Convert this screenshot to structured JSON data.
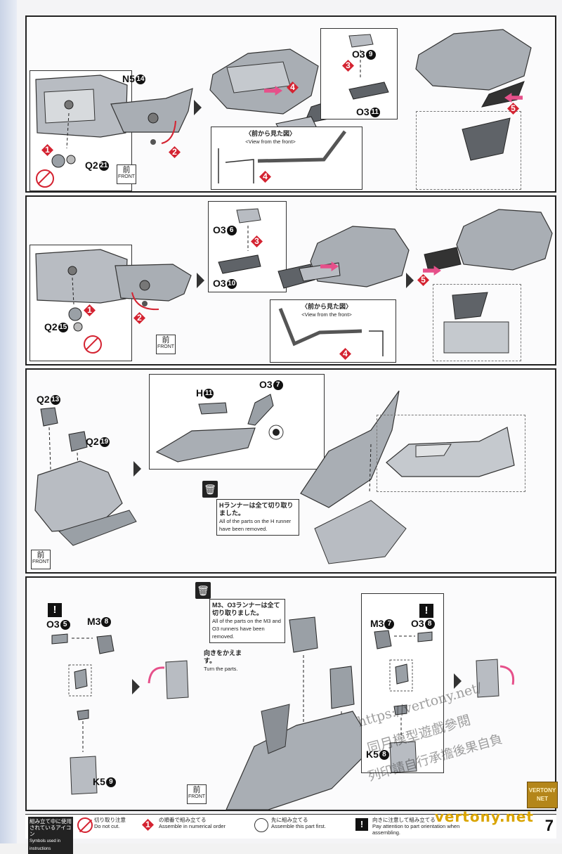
{
  "page_number": "7",
  "p1": {
    "n5": "N5",
    "n5_num": "14",
    "q2": "Q2",
    "q2_num": "21",
    "o3a": "O3",
    "o3a_num": "9",
    "o3b": "O3",
    "o3b_num": "11",
    "view_jp": "〈前から見た図〉",
    "view_en": "<View from the front>",
    "front_jp": "前",
    "front_en": "FRONT"
  },
  "p2": {
    "q2": "Q2",
    "q2_num": "15",
    "o3a": "O3",
    "o3a_num": "6",
    "o3b": "O3",
    "o3b_num": "10",
    "view_jp": "〈前から見た図〉",
    "view_en": "<View from the front>",
    "front_jp": "前",
    "front_en": "FRONT"
  },
  "p3": {
    "q2a": "Q2",
    "q2a_num": "13",
    "q2b": "Q2",
    "q2b_num": "19",
    "h": "H",
    "h_num": "11",
    "o3": "O3",
    "o3_num": "7",
    "runner_jp": "Hランナーは全て切り取りました。",
    "runner_en": "All of the parts on the H runner have been removed.",
    "front_jp": "前",
    "front_en": "FRONT"
  },
  "p4": {
    "runner_jp": "M3、O3ランナーは全て切り取りました。",
    "runner_en": "All of the parts on the M3 and O3 runners have been removed.",
    "turn_jp": "向きをかえます。",
    "turn_en": "Turn the parts.",
    "left_o3": "O3",
    "left_o3_num": "5",
    "left_m3": "M3",
    "left_m3_num": "8",
    "left_k5": "K5",
    "left_k5_num": "9",
    "right_m3": "M3",
    "right_m3_num": "7",
    "right_o3": "O3",
    "right_o3_num": "8",
    "right_k5": "K5",
    "right_k5_num": "8",
    "front_jp": "前",
    "front_en": "FRONT"
  },
  "legend": {
    "title_jp": "組み立て中に使用されているアイコン",
    "title_en": "Symbols used in instructions",
    "cut_jp": "切り取り注意",
    "cut_en": "Do not cut.",
    "order_jp": "の順番で組み立てる",
    "order_en": "Assemble in numerical order",
    "first_jp": "先に組み立てる",
    "first_en": "Assemble this part first.",
    "orient_jp": "向きに注意して組み立てる",
    "orient_en": "Pay attention to part orientation when assembling."
  },
  "watermark": {
    "url": "https://vertony.net/",
    "cn1": "同月模型遊戲參閱",
    "cn2": "列印請自行承擔後果自負",
    "site": "vertony.net",
    "tag": "VERTONY NET"
  },
  "colors": {
    "step_red": "#d42331",
    "arrow_pink": "#e6508a",
    "part_gray": "#9aa0a6"
  }
}
